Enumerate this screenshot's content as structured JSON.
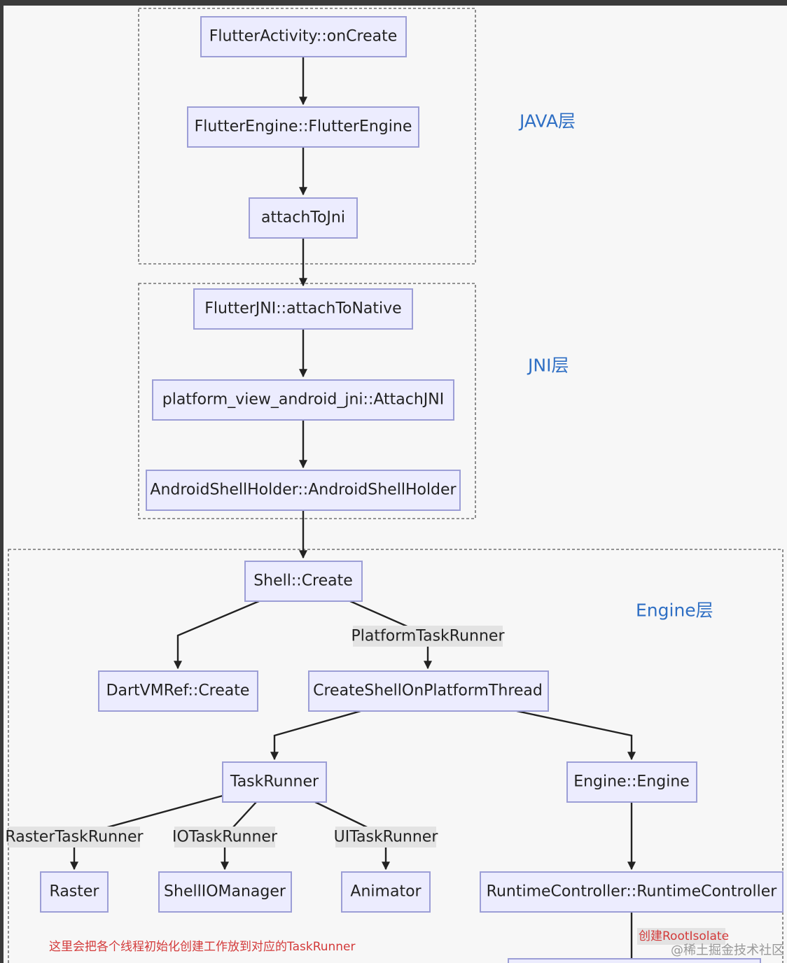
{
  "layers": {
    "java": "JAVA层",
    "jni": "JNI层",
    "engine": "Engine层"
  },
  "nodes": {
    "flutter_activity_oncreate": "FlutterActivity::onCreate",
    "flutter_engine_ctor": "FlutterEngine::FlutterEngine",
    "attach_to_jni": "attachToJni",
    "flutter_jni_attach_to_native": "FlutterJNI::attachToNative",
    "platform_view_android_jni_attach": "platform_view_android_jni::AttachJNI",
    "android_shell_holder_ctor": "AndroidShellHolder::AndroidShellHolder",
    "shell_create": "Shell::Create",
    "dart_vm_ref_create": "DartVMRef::Create",
    "create_shell_on_platform_thread": "CreateShellOnPlatformThread",
    "task_runner": "TaskRunner",
    "engine_ctor": "Engine::Engine",
    "raster": "Raster",
    "shell_io_manager": "ShellIOManager",
    "animator": "Animator",
    "runtime_controller_ctor": "RuntimeController::RuntimeController"
  },
  "edge_labels": {
    "platform_task_runner": "PlatformTaskRunner",
    "raster_task_runner": "RasterTaskRunner",
    "io_task_runner": "IOTaskRunner",
    "ui_task_runner": "UITaskRunner",
    "create_root_isolate": "创建RootIsolate"
  },
  "note": "这里会把各个线程初始化创建工作放到对应的TaskRunner",
  "watermark": "@稀土掘金技术社区",
  "colors": {
    "node_fill": "#ececfe",
    "node_stroke": "#9c9ed6",
    "layer_label": "#2f6fc4",
    "note": "#d33a3a"
  }
}
